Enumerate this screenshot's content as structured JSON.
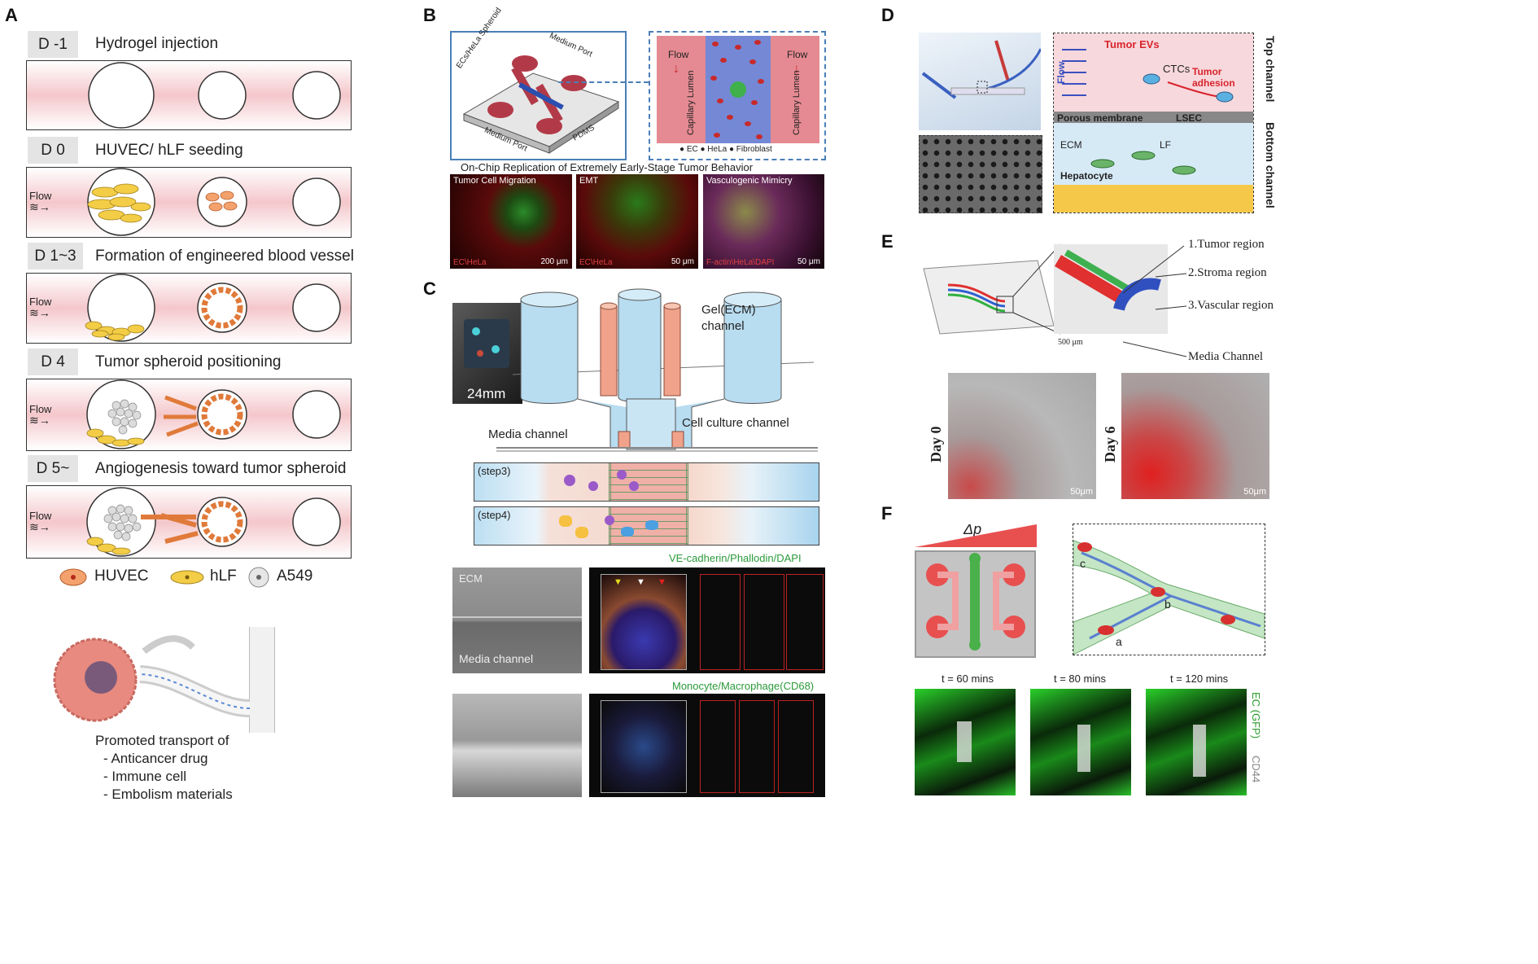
{
  "panel_labels": {
    "a": "A",
    "b": "B",
    "c": "C",
    "d": "D",
    "e": "E",
    "f": "F"
  },
  "panel_a": {
    "steps": [
      {
        "day": "D -1",
        "text": "Hydrogel injection"
      },
      {
        "day": "D 0",
        "text": "HUVEC/ hLF seeding"
      },
      {
        "day": "D 1~3",
        "text": "Formation of engineered blood vessel"
      },
      {
        "day": "D 4",
        "text": "Tumor spheroid positioning"
      },
      {
        "day": "D 5~",
        "text": "Angiogenesis toward tumor spheroid"
      }
    ],
    "flow_label": "Flow",
    "legend": [
      {
        "name": "HUVEC",
        "color": "#f4a26d"
      },
      {
        "name": "hLF",
        "color": "#f3cd45"
      },
      {
        "name": "A549",
        "color": "#d9d9d9"
      }
    ],
    "transport_title": "Promoted transport of",
    "transport_items": [
      "- Anticancer drug",
      "- Immune cell",
      "- Embolism materials"
    ]
  },
  "panel_b": {
    "labels": {
      "spheroid": "ECs/HeLa Spheroid",
      "medium_port_top": "Medium Port",
      "medium_port_bottom": "Medium Port",
      "pdms": "PDMS"
    },
    "detail": {
      "flow_left": "Flow",
      "flow_right": "Flow",
      "lumen_left": "Capillary Lumen",
      "lumen_right": "Capillary Lumen"
    },
    "legend": "● EC ● HeLa ● Fibroblast",
    "subtitle": "On-Chip Replication of Extremely Early-Stage Tumor Behavior",
    "images": [
      {
        "title": "Tumor Cell Migration",
        "caption": "EC\\HeLa",
        "scale": "200 μm"
      },
      {
        "title": "EMT",
        "caption": "EC\\HeLa",
        "scale": "50 μm"
      },
      {
        "title": "Vasculogenic Mimicry",
        "caption": "F-actin\\HeLa\\DAPI",
        "scale": "50 μm"
      }
    ]
  },
  "panel_c": {
    "photo_scale": "24mm",
    "labels": {
      "gel": "Gel(ECM)",
      "gel2": "channel",
      "media": "Media channel",
      "culture": "Cell culture channel"
    },
    "steps": [
      "(step3)",
      "(step4)"
    ],
    "row1": {
      "ecm": "ECM",
      "media": "Media channel",
      "stain": "VE-cadherin/Phallodin/DAPI"
    },
    "row2": {
      "stain": "Monocyte/Macrophage(CD68)"
    }
  },
  "panel_d": {
    "labels": {
      "flow": "Flow",
      "tumor_evs": "Tumor EVs",
      "ctcs": "CTCs",
      "tumor_adhesion": "Tumor adhesion",
      "porous": "Porous membrane",
      "lsec": "LSEC",
      "ecm": "ECM",
      "lf": "LF",
      "hepatocyte": "Hepatocyte",
      "top_channel": "Top channel",
      "bottom_channel": "Bottom channel"
    }
  },
  "panel_e": {
    "regions": [
      "1.Tumor region",
      "2.Stroma region",
      "3.Vascular region",
      "Media Channel"
    ],
    "scale_small": "500 μm",
    "images": [
      {
        "day": "Day 0",
        "scale": "50μm"
      },
      {
        "day": "Day 6",
        "scale": "50μm"
      }
    ]
  },
  "panel_f": {
    "delta_p": "Δp",
    "points": [
      "a",
      "b",
      "c"
    ],
    "times": [
      "t = 60 mins",
      "t = 80 mins",
      "t = 120 mins"
    ],
    "stain_ec": "EC (GFP)",
    "stain_cd44": "CD44"
  }
}
